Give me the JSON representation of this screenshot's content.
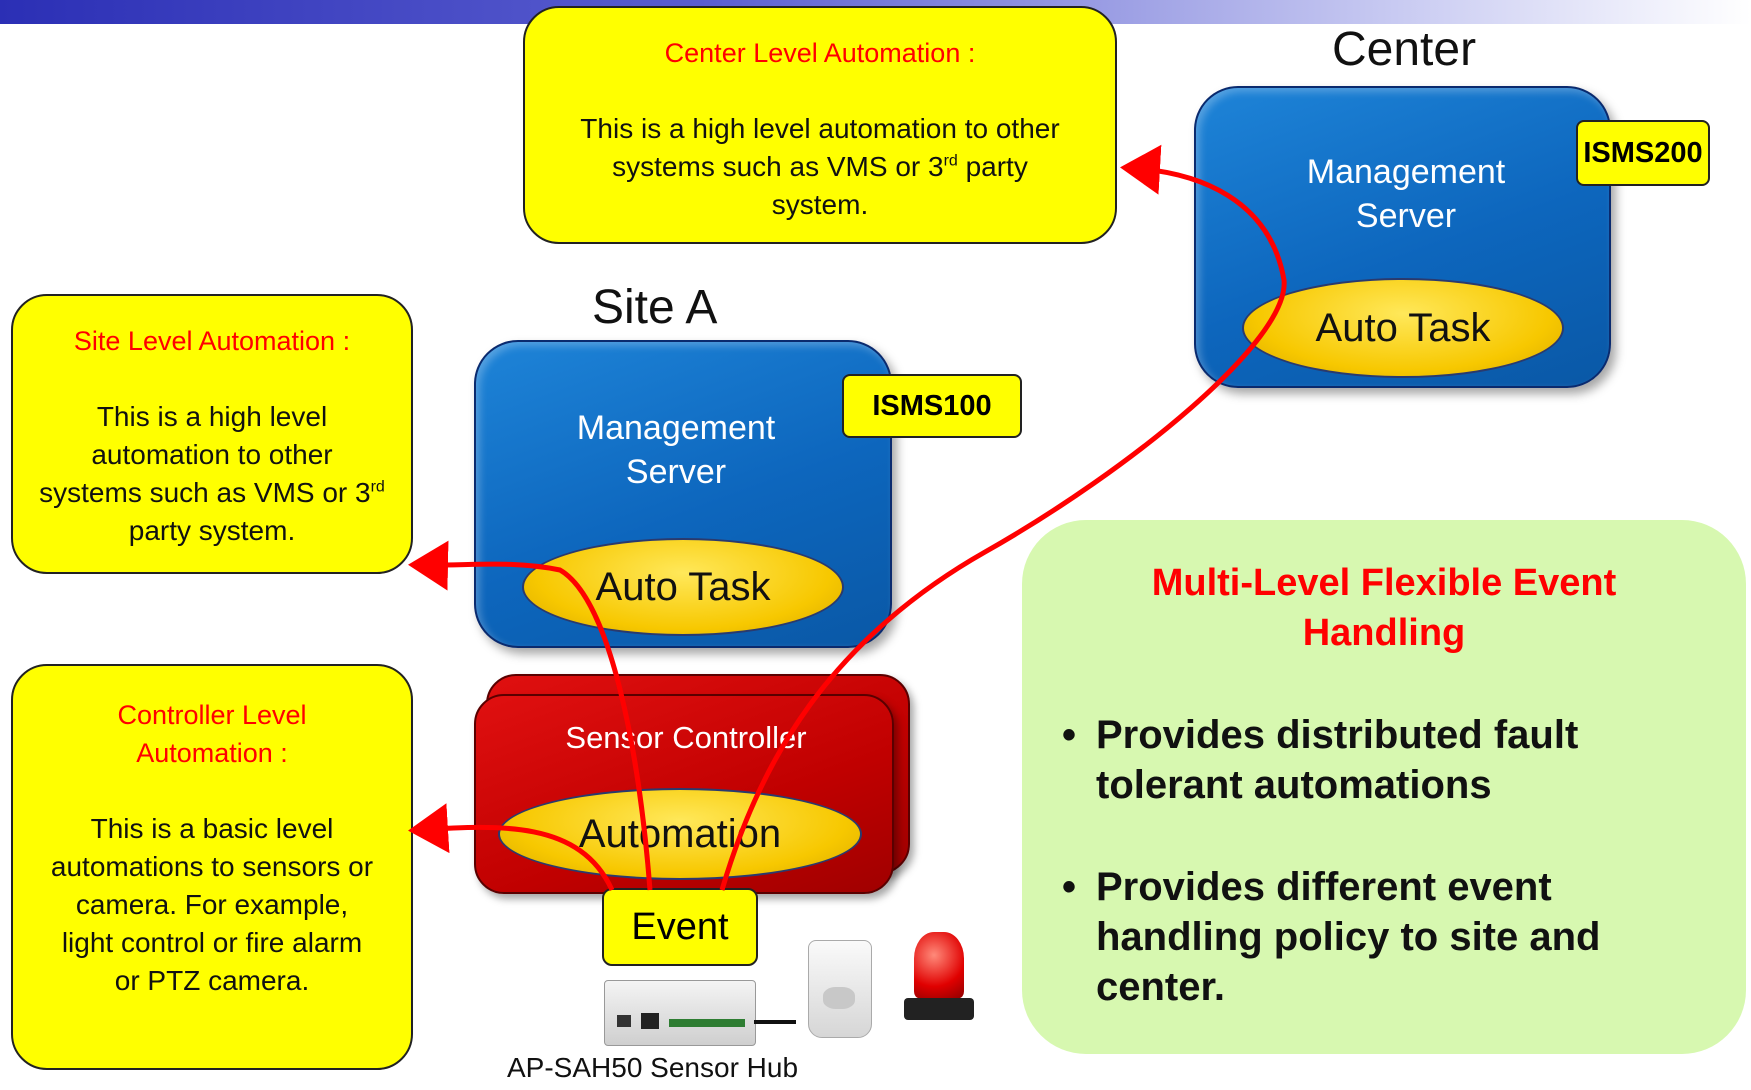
{
  "center_box": {
    "heading": "Center Level Automation :",
    "body_pre": "This is a high level automation to other systems such as VMS or 3",
    "body_sup": "rd",
    "body_post": " party system."
  },
  "site_box": {
    "heading": "Site Level Automation :",
    "body_pre": "This is a high level automation to other systems such as VMS or 3",
    "body_sup": "rd",
    "body_post": " party system."
  },
  "controller_box": {
    "heading": "Controller Level Automation :",
    "body": "This is a basic level automations to sensors or camera. For example, light control or fire alarm or PTZ camera."
  },
  "center": {
    "title": "Center",
    "server_label": "Management Server",
    "task_label": "Auto Task",
    "tag": "ISMS200"
  },
  "site": {
    "title": "Site A",
    "server_label": "Management Server",
    "task_label": "Auto Task",
    "tag": "ISMS100"
  },
  "controller": {
    "label": "Sensor Controller",
    "automation_label": "Automation",
    "event_label": "Event"
  },
  "hub_caption": "AP-SAH50 Sensor Hub",
  "panel": {
    "title": "Multi-Level Flexible Event Handling",
    "bullets": [
      "Provides distributed fault tolerant automations",
      "Provides different event handling policy to site and center."
    ]
  },
  "colors": {
    "box_fill": "#ffff00",
    "heading_red": "#ff0000",
    "server_blue": "#0d66bd",
    "controller_red": "#c00000",
    "panel_green": "#d7f8b0",
    "arrow_red": "#ff0000"
  }
}
